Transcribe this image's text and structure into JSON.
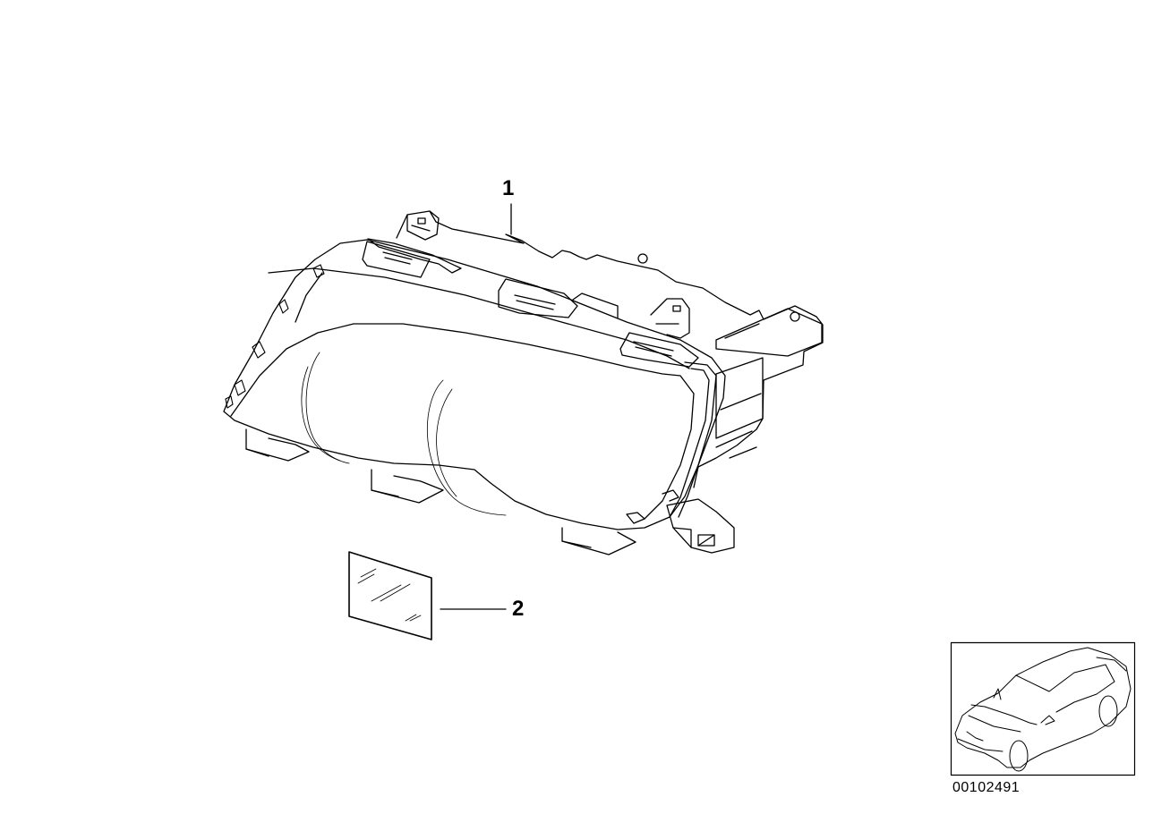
{
  "diagram": {
    "title": "Headlight assembly parts diagram",
    "callouts": [
      {
        "number": "1",
        "part": "headlight-assembly"
      },
      {
        "number": "2",
        "part": "headlight-lens-glass"
      }
    ],
    "diagram_id": "00102491",
    "thumbnail": "vehicle-location-thumbnail"
  },
  "colors": {
    "line": "#000000",
    "background": "#ffffff"
  }
}
